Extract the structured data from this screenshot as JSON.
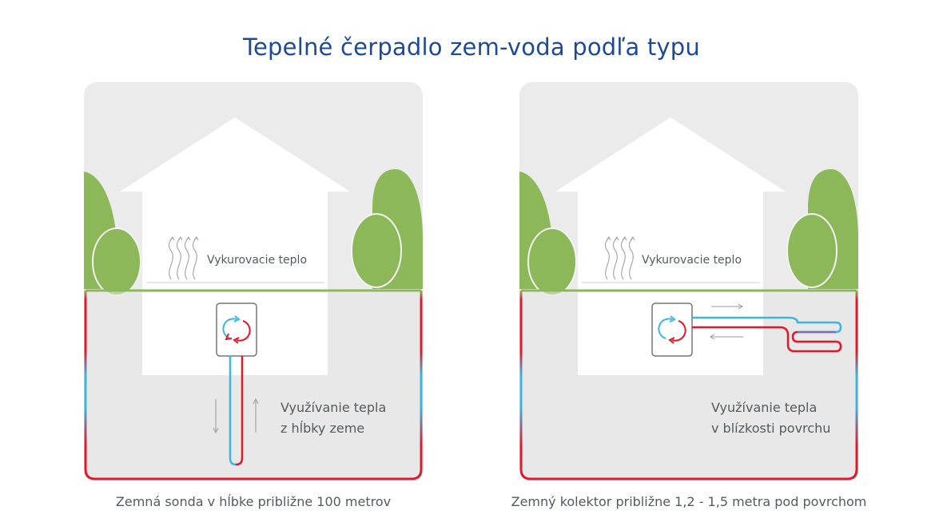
{
  "title": "Tepelné čerpadlo zem-voda podľa typu",
  "left_panel": {
    "heat_label": "Vykurovacie teplo",
    "depth_label_line1": "Využívanie tepla",
    "depth_label_line2": "z hĺbky zeme",
    "caption": "Zemná sonda v hĺbke približne 100 metrov"
  },
  "right_panel": {
    "heat_label": "Vykurovacie teplo",
    "depth_label_line1": "Využívanie tepla",
    "depth_label_line2": "v blízkosti povrchu",
    "caption": "Zemný kolektor približne 1,2 - 1,5 metra pod povrchom"
  },
  "colors": {
    "title": "#1f4a93",
    "grass": "#8db85a",
    "cold": "#3cb6e0",
    "warm": "#e2182b",
    "panel": "#ebebeb",
    "ground": "#e6e6e6"
  }
}
